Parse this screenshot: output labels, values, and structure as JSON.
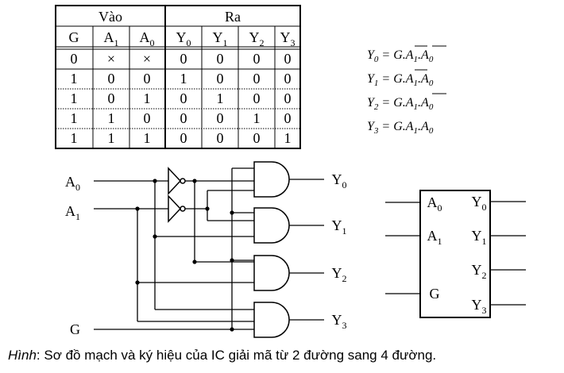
{
  "truth_table": {
    "group_inputs": "Vào",
    "group_outputs": "Ra",
    "headers": [
      {
        "base": "G",
        "sub": ""
      },
      {
        "base": "A",
        "sub": "1"
      },
      {
        "base": "A",
        "sub": "0"
      },
      {
        "base": "Y",
        "sub": "0"
      },
      {
        "base": "Y",
        "sub": "1"
      },
      {
        "base": "Y",
        "sub": "2"
      },
      {
        "base": "Y",
        "sub": "3"
      }
    ],
    "rows": [
      [
        "0",
        "×",
        "×",
        "0",
        "0",
        "0",
        "0"
      ],
      [
        "1",
        "0",
        "0",
        "1",
        "0",
        "0",
        "0"
      ],
      [
        "1",
        "0",
        "1",
        "0",
        "1",
        "0",
        "0"
      ],
      [
        "1",
        "1",
        "0",
        "0",
        "0",
        "1",
        "0"
      ],
      [
        "1",
        "1",
        "1",
        "0",
        "0",
        "0",
        "1"
      ]
    ]
  },
  "equations": [
    {
      "lhs": "Y",
      "lhs_sub": "0",
      "eq": " = ",
      "g": "G",
      "a1": "A",
      "a1_sub": "1",
      "a0": "A",
      "a0_sub": "0",
      "dot": ".",
      "a1_bar": true,
      "a0_bar": true
    },
    {
      "lhs": "Y",
      "lhs_sub": "1",
      "eq": " = ",
      "g": "G",
      "a1": "A",
      "a1_sub": "1",
      "a0": "A",
      "a0_sub": "0",
      "dot": ".",
      "a1_bar": true,
      "a0_bar": false
    },
    {
      "lhs": "Y",
      "lhs_sub": "2",
      "eq": " = ",
      "g": "G",
      "a1": "A",
      "a1_sub": "1",
      "a0": "A",
      "a0_sub": "0",
      "dot": ".",
      "a1_bar": false,
      "a0_bar": true
    },
    {
      "lhs": "Y",
      "lhs_sub": "3",
      "eq": " = ",
      "g": "G",
      "a1": "A",
      "a1_sub": "1",
      "a0": "A",
      "a0_sub": "0",
      "dot": ".",
      "a1_bar": false,
      "a0_bar": false
    }
  ],
  "circuit": {
    "in_a0": {
      "base": "A",
      "sub": "0"
    },
    "in_a1": {
      "base": "A",
      "sub": "1"
    },
    "in_g": {
      "base": "G",
      "sub": ""
    },
    "outputs": [
      {
        "base": "Y",
        "sub": "0"
      },
      {
        "base": "Y",
        "sub": "1"
      },
      {
        "base": "Y",
        "sub": "2"
      },
      {
        "base": "Y",
        "sub": "3"
      }
    ]
  },
  "ic_symbol": {
    "inputs": [
      {
        "base": "A",
        "sub": "0"
      },
      {
        "base": "A",
        "sub": "1"
      },
      {
        "base": "G",
        "sub": ""
      }
    ],
    "outputs": [
      {
        "base": "Y",
        "sub": "0"
      },
      {
        "base": "Y",
        "sub": "1"
      },
      {
        "base": "Y",
        "sub": "2"
      },
      {
        "base": "Y",
        "sub": "3"
      }
    ]
  },
  "caption": {
    "label": "Hình",
    "text": ": Sơ đồ mạch và ký hiệu của IC giải mã từ 2 đường sang 4 đường."
  }
}
